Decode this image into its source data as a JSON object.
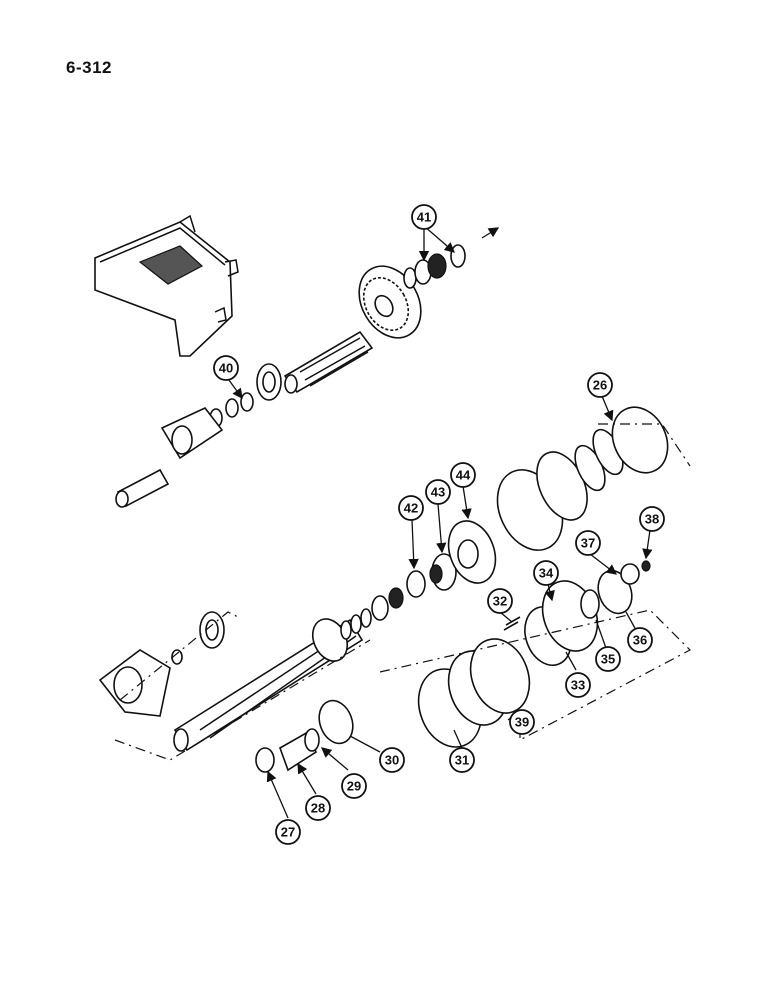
{
  "page": {
    "number_label": "6-312"
  },
  "callouts": [
    "26",
    "27",
    "28",
    "29",
    "30",
    "31",
    "32",
    "33",
    "34",
    "35",
    "36",
    "37",
    "38",
    "39",
    "40",
    "41",
    "42",
    "43",
    "44"
  ]
}
